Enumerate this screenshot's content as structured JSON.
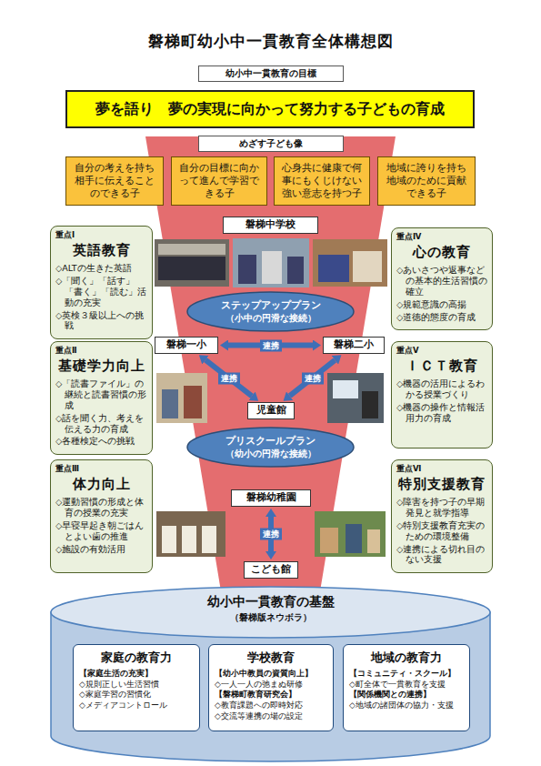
{
  "diagram": {
    "title": "磐梯町幼小中一貫教育全体構想図",
    "nodes": [
      {
        "text": [
          "幼小中一貫教育の目標"
        ]
      },
      {
        "text": [
          "夢を語り　夢の実現に向かって努力する子どもの育成"
        ]
      },
      {
        "text": [
          "めざす子ども像"
        ]
      },
      {
        "text": [
          "自分の考えを持ち相手に伝えることのできる子"
        ]
      },
      {
        "text": [
          "自分の目標に向かって進んで学習できる子"
        ]
      },
      {
        "text": [
          "心身共に健康で何事にもくじけない強い意志を持つ子"
        ]
      },
      {
        "text": [
          "地域に誇りを持ち地域のために貢献できる子"
        ]
      },
      {
        "text": [
          "磐梯中学校"
        ]
      },
      {
        "text": [
          "重点Ⅰ",
          "英語教育",
          "◇ALTの生きた英語",
          "◇「聞く」「話す」「書く」「読む」活動の充実",
          "◇英検３級以上への挑戦"
        ]
      },
      {
        "text": [
          "重点Ⅳ",
          "心の教育",
          "◇あいさつや返事などの基本的生活習慣の確立",
          "◇規範意識の高揚",
          "◇道徳的態度の育成"
        ]
      },
      {
        "text": [
          "ステップアッププラン",
          "（小中の円滑な接続）"
        ]
      },
      {
        "text": [
          "磐梯一小"
        ]
      },
      {
        "text": [
          "磐梯二小"
        ]
      },
      {
        "text": [
          "重点Ⅱ",
          "基礎学力向上",
          "◇「読書ファイル」の継続と読書習慣の形成",
          "◇話を聞く力、考えを伝える力の育成",
          "◇各種検定への挑戦"
        ]
      },
      {
        "text": [
          "重点Ⅴ",
          "ＩＣＴ教育",
          "◇機器の活用によるわかる授業づくり",
          "◇機器の操作と情報活用力の育成"
        ]
      },
      {
        "text": [
          "児童館"
        ]
      },
      {
        "text": [
          "プリスクールプラン",
          "（幼小の円滑な接続）"
        ]
      },
      {
        "text": [
          "重点Ⅲ",
          "体力向上",
          "◇運動習慣の形成と体育の授業の充実",
          "◇早寝早起き朝ごはんとよい歯の推進",
          "◇施設の有効活用"
        ]
      },
      {
        "text": [
          "重点Ⅵ",
          "特別支援教育",
          "◇障害を持つ子の早期発見と就学指導",
          "◇特別支援教育充実のための環境整備",
          "◇連携による切れ目のない支援"
        ]
      },
      {
        "text": [
          "磐梯幼稚園"
        ]
      },
      {
        "text": [
          "こども館"
        ]
      },
      {
        "text": [
          "幼小中一貫教育の基盤",
          "（磐梯版ネウボラ）"
        ]
      },
      {
        "text": [
          "家庭の教育力",
          "【家庭生活の充実】",
          "◇規則正しい生活習慣",
          "◇家庭学習の習慣化",
          "◇メディアコントロール"
        ],
        "in": 21
      },
      {
        "text": [
          "学校教育",
          "【幼小中教員の資質向上】",
          "◇一人一人の弛まぬ研修",
          "【磐梯町教育研究会】",
          "◇教育課題への即時対応",
          "◇交流等連携の場の設定"
        ],
        "in": 21
      },
      {
        "text": [
          "地域の教育力",
          "【コミュニティ・スクール】",
          "◇町全体で一貫教育を支援",
          "【関係機関との連携】",
          "◇地域の諸団体の協力・支援"
        ],
        "in": 21
      }
    ],
    "edges": [
      {
        "from": 11,
        "to": 12,
        "label": "連携",
        "arrow": "both"
      },
      {
        "from": 11,
        "to": 15,
        "label": "連携",
        "arrow": "both"
      },
      {
        "from": 12,
        "to": 15,
        "label": "連携",
        "arrow": "both"
      },
      {
        "from": 19,
        "to": 20,
        "label": "連携",
        "arrow": "both"
      }
    ]
  }
}
